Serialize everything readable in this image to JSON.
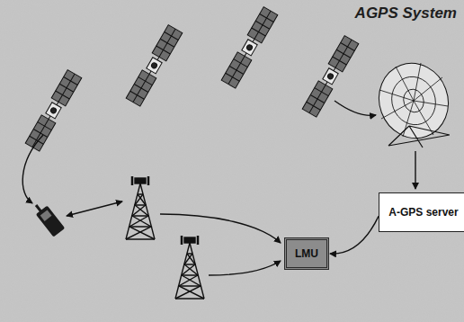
{
  "diagram": {
    "title": "AGPS System",
    "nodes": [
      {
        "text": [
          "A-GPS server"
        ]
      },
      {
        "text": [
          "LMU"
        ]
      }
    ],
    "edges": [
      {
        "from": 0,
        "to": 1,
        "arrow": "to"
      }
    ]
  }
}
